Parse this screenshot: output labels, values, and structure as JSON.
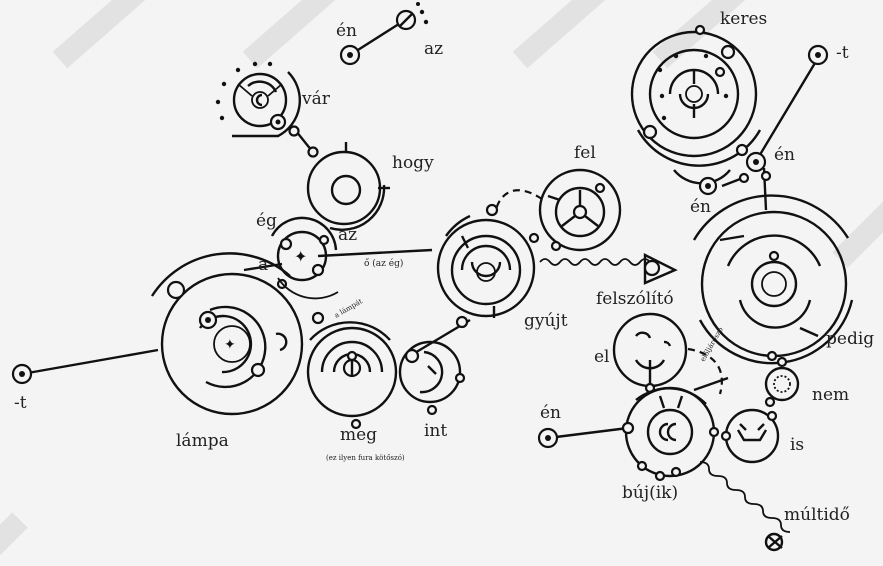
{
  "colors": {
    "background": "#f4f4f4",
    "ink": "#111111",
    "stripe": "#dddddd"
  },
  "labels": {
    "en_top": "én",
    "az_top": "az",
    "var": "vár",
    "hogy": "hogy",
    "eg": "ég",
    "az_mid": "az",
    "a": "a",
    "o_az_eg": "ő (az ég)",
    "a_lampat": "a lámpát",
    "lampa": "lámpa",
    "t_left": "-t",
    "meg": "meg",
    "int": "int",
    "meg_note": "(ez ilyen fura kötőszó)",
    "gyujt": "gyújt",
    "fel": "fel",
    "felszolito": "felszólító",
    "keres": "keres",
    "t_right": "-t",
    "en_right": "én",
    "en_right2": "én",
    "pedig": "pedig",
    "nem": "nem",
    "el": "el",
    "en_bottom": "én",
    "is": "is",
    "bujik": "búj(ik)",
    "multido": "múltidő",
    "eloljaro": "előljárószó"
  }
}
